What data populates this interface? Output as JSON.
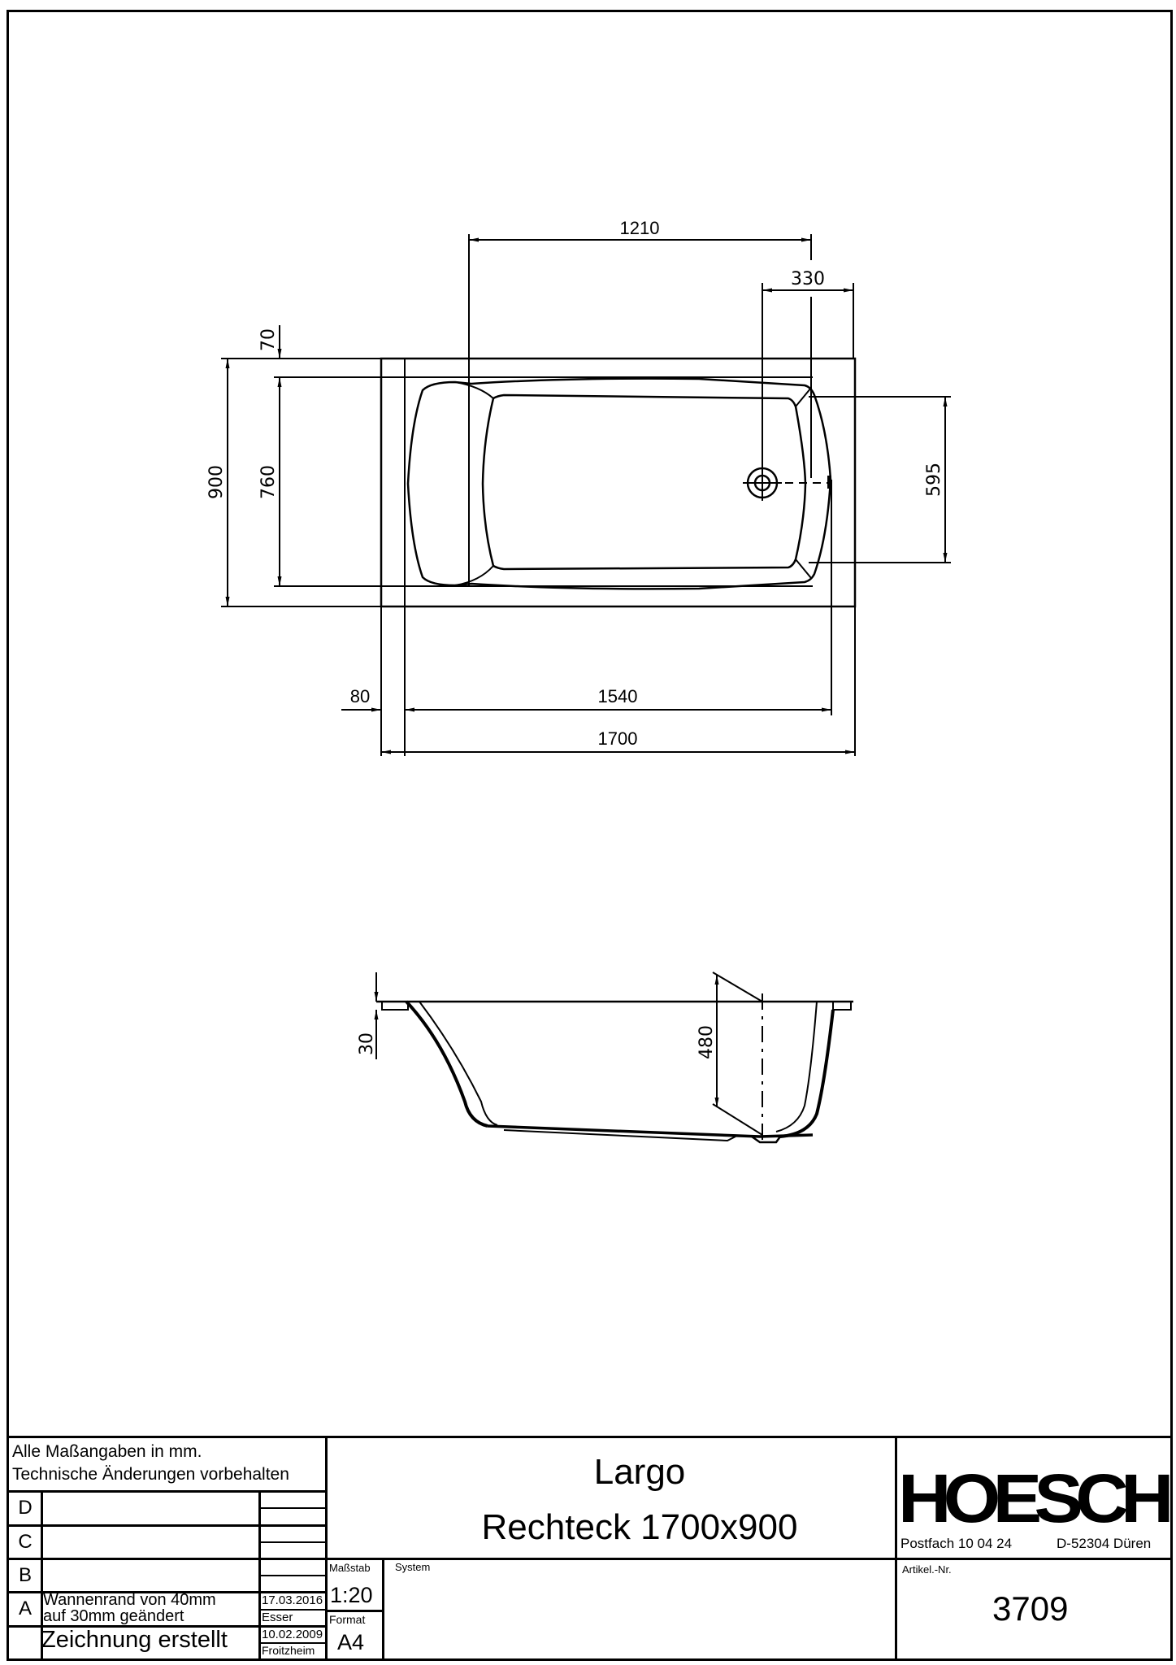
{
  "drawing": {
    "plan_view": {
      "dimensions": {
        "overall_length": "1700",
        "inner_length": "1540",
        "rim_offset": "80",
        "headrest_to_drain": "1210",
        "drain_to_end": "330",
        "overall_width": "900",
        "inner_width": "760",
        "rim_top": "70",
        "foot_end_width": "595"
      }
    },
    "side_view": {
      "dimensions": {
        "rim_thickness": "30",
        "depth": "480"
      }
    }
  },
  "title_block": {
    "notes": {
      "line1": "Alle Maßangaben in mm.",
      "line2": "Technische Änderungen vorbehalten"
    },
    "revisions": [
      {
        "letter": "D",
        "description": "",
        "date": "",
        "author": ""
      },
      {
        "letter": "C",
        "description": "",
        "date": "",
        "author": ""
      },
      {
        "letter": "B",
        "description": "",
        "date": "",
        "author": ""
      },
      {
        "letter": "A",
        "description_line1": "Wannenrand von 40mm",
        "description_line2": "auf 30mm geändert",
        "date": "17.03.2016",
        "author": "Esser"
      }
    ],
    "creation": {
      "description": "Zeichnung erstellt",
      "date": "10.02.2009",
      "author": "Froitzheim"
    },
    "scale": {
      "label": "Maßstab",
      "value": "1:20"
    },
    "format": {
      "label": "Format",
      "value": "A4"
    },
    "system": {
      "label": "System",
      "value": ""
    },
    "product": {
      "name": "Largo",
      "subtitle": "Rechteck 1700x900"
    },
    "company": {
      "logo_text": "HOESCH",
      "postfach": "Postfach 10 04 24",
      "city": "D-52304 Düren"
    },
    "article": {
      "label": "Artikel.-Nr.",
      "value": "3709"
    }
  }
}
